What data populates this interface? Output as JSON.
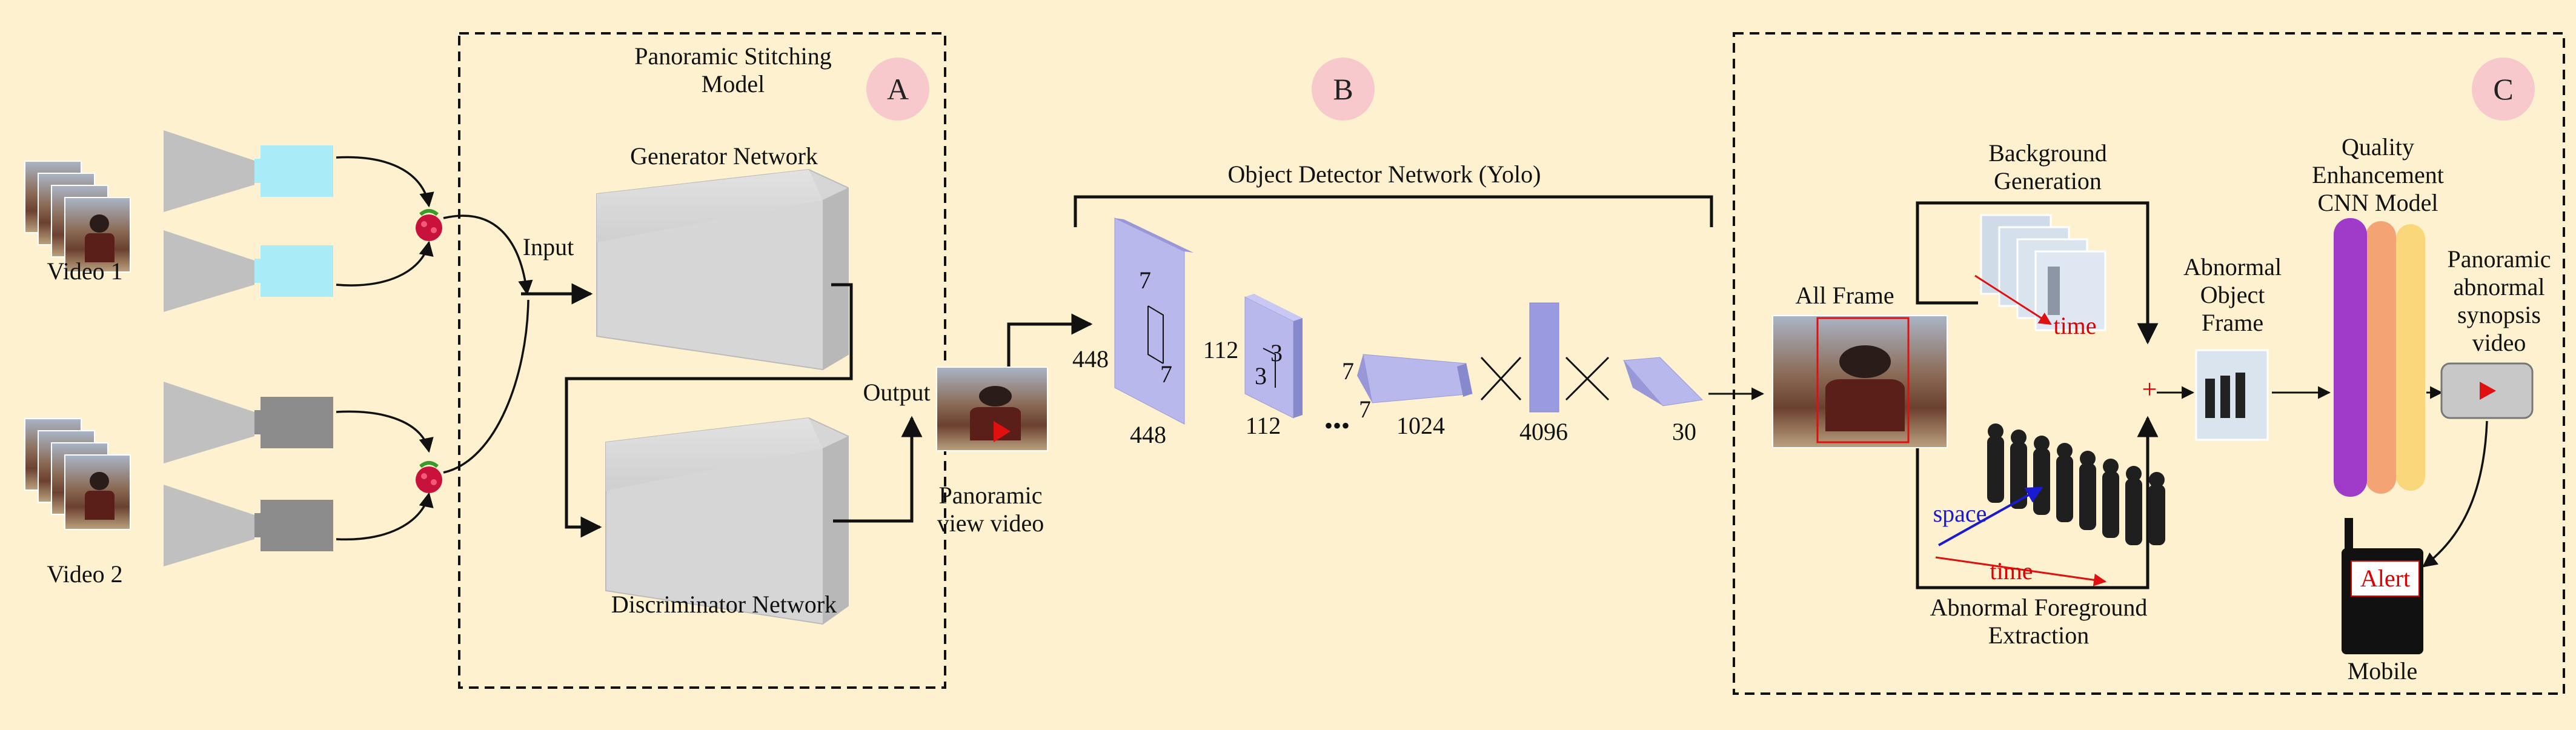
{
  "colors": {
    "background": "#fdf1cf",
    "layer": "#b8b8ec",
    "badge": "#f8c9cc",
    "arrow_red": "#e01010",
    "arrow_blue": "#1a1ad0",
    "camera_blue": "#a9ecf8",
    "camera_gray": "#8c8c8c",
    "cnn_purple": "#a03ac8",
    "cnn_orange": "#f4a474",
    "cnn_yellow": "#fad77a"
  },
  "icons": {
    "pi": "raspberry-pi-icon",
    "camera": "camera-icon",
    "play": "play-icon",
    "mobile": "mobile-phone-icon"
  },
  "panel_a": {
    "badge": "A",
    "title_line1": "Panoramic Stitching",
    "title_line2": "Model",
    "generator": "Generator Network",
    "discriminator": "Discriminator Network",
    "input": "Input",
    "output": "Output"
  },
  "inputs": {
    "video1": "Video 1",
    "video2": "Video 2"
  },
  "panoramic": {
    "line1": "Panoramic",
    "line2": "view video"
  },
  "panel_b": {
    "badge": "B",
    "title": "Object Detector  Network (Yolo)",
    "dims": {
      "d448a": "448",
      "d448b": "448",
      "k7a": "7",
      "k7b": "7",
      "d112a": "112",
      "d112b": "112",
      "k3a": "3",
      "k3b": "3",
      "k7c": "7",
      "k7d": "7",
      "dots": "•••",
      "d1024": "1024",
      "d4096": "4096",
      "d30": "30"
    }
  },
  "panel_c": {
    "badge": "C",
    "all_frame": "All Frame",
    "bg_line1": "Background",
    "bg_line2": "Generation",
    "time": "time",
    "space": "space",
    "fg_line1": "Abnormal Foreground",
    "fg_line2": "Extraction",
    "obj_line1": "Abnormal",
    "obj_line2": "Object",
    "obj_line3": "Frame",
    "q_line1": "Quality",
    "q_line2": "Enhancement",
    "q_line3": "CNN Model",
    "pan_line1": "Panoramic",
    "pan_line2": "abnormal",
    "pan_line3": "synopsis",
    "pan_line4": "video",
    "alert": "Alert",
    "mobile": "Mobile",
    "plus": "+"
  }
}
